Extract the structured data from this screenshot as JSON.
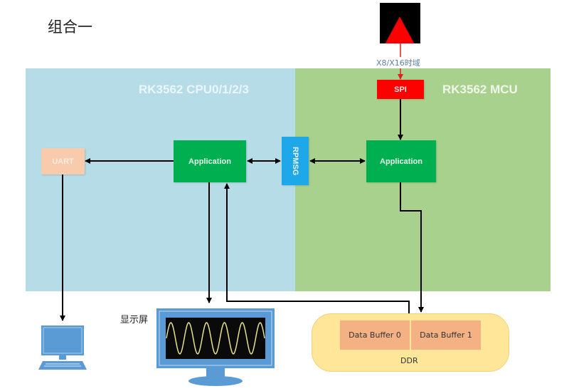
{
  "title": "组合一",
  "regions": {
    "cpu": {
      "label": "RK3562 CPU0/1/2/3",
      "color": "#b6dce8"
    },
    "mcu": {
      "label": "RK3562 MCU",
      "color": "#a9d18e"
    }
  },
  "blocks": {
    "uart": "UART",
    "app_cpu": "Application",
    "app_mcu": "Application",
    "rpmsg": "RPMSG",
    "spi": "SPI"
  },
  "signal": {
    "label": "X8/X16时域"
  },
  "ddr": {
    "label": "DDR",
    "buffers": [
      "Data Buffer 0",
      "Data Buffer 1"
    ]
  },
  "devices": {
    "monitor_label": "显示屏",
    "pc_icon": "desktop-computer-icon",
    "monitor_icon": "monitor-sine-wave-icon"
  },
  "colors": {
    "application": "#00b050",
    "rpmsg": "#1ea7e9",
    "spi": "#ff0000",
    "uart": "#f8cbad",
    "ddr": "#ffe699",
    "buffer": "#f4b183"
  }
}
